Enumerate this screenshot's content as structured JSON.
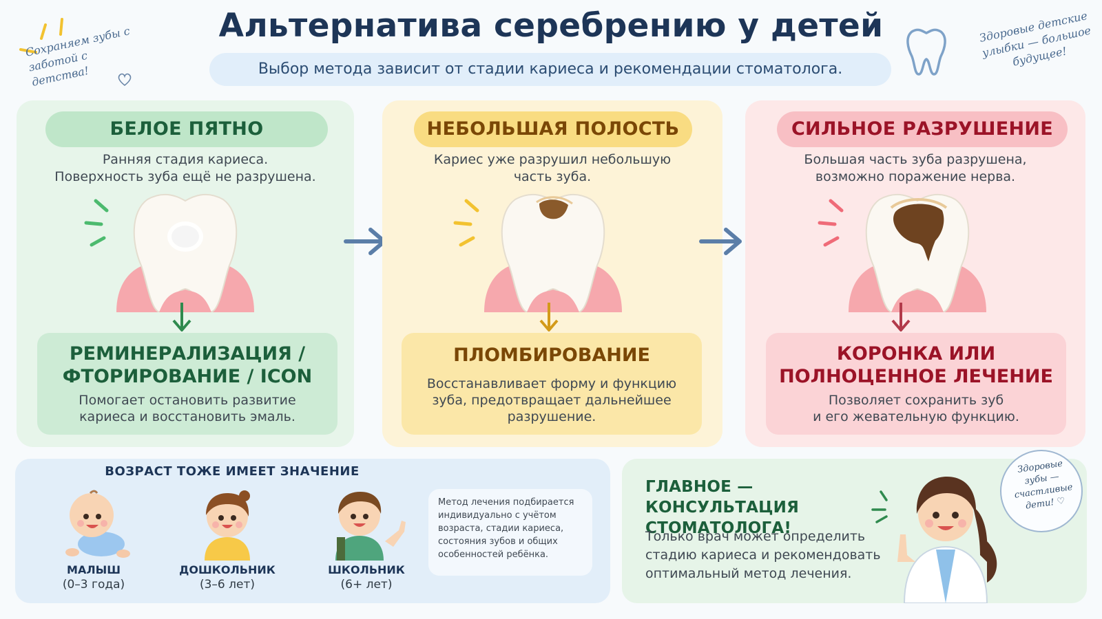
{
  "header": {
    "title": "Альтернатива серебрению у детей",
    "subtitle": "Выбор метода зависит от стадии кариеса и рекомендации стоматолога."
  },
  "notes": {
    "left": "Сохраняем зубы с заботой с детства!",
    "right": "Здоровые детские улыбки — большое будущее!"
  },
  "stages": [
    {
      "label": "БЕЛОЕ ПЯТНО",
      "desc_line1": "Ранняя стадия кариеса.",
      "desc_line2": "Поверхность зуба ещё не разрушена.",
      "result_title_line1": "РЕМИНЕРАЛИЗАЦИЯ /",
      "result_title_line2": "ФТОРИРОВАНИЕ / ICON",
      "result_desc_line1": "Помогает остановить развитие",
      "result_desc_line2": "кариеса и восстановить эмаль.",
      "color": "#1c5f3b"
    },
    {
      "label": "НЕБОЛЬШАЯ ПОЛОСТЬ",
      "desc_line1": "Кариес уже разрушил небольшую",
      "desc_line2": "часть зуба.",
      "result_title_line1": "ПЛОМБИРОВАНИЕ",
      "result_desc_line1": "Восстанавливает форму и функцию",
      "result_desc_line2": "зуба, предотвращает дальнейшее",
      "result_desc_line3": "разрушение.",
      "color": "#7a4706"
    },
    {
      "label": "СИЛЬНОЕ РАЗРУШЕНИЕ",
      "desc_line1": "Большая часть зуба разрушена,",
      "desc_line2": "возможно поражение нерва.",
      "result_title_line1": "КОРОНКА ИЛИ",
      "result_title_line2": "ПОЛНОЦЕННОЕ ЛЕЧЕНИЕ",
      "result_desc_line1": "Позволяет сохранить зуб",
      "result_desc_line2": "и его жевательную функцию.",
      "color": "#9b1327"
    }
  ],
  "age": {
    "title": "ВОЗРАСТ ТОЖЕ ИМЕЕТ ЗНАЧЕНИЕ",
    "kids": [
      {
        "name": "МАЛЫШ",
        "age": "(0–3 года)"
      },
      {
        "name": "ДОШКОЛЬНИК",
        "age": "(3–6 лет)"
      },
      {
        "name": "ШКОЛЬНИК",
        "age": "(6+ лет)"
      }
    ],
    "note": "Метод лечения подбирается индивидуально с учётом возраста, стадии кариеса, состояния зубов и общих особенностей ребёнка."
  },
  "consult": {
    "title_line1": "ГЛАВНОЕ — КОНСУЛЬТАЦИЯ",
    "title_line2": "СТОМАТОЛОГА!",
    "text": "Только врач может определить стадию кариеса и рекомендовать оптимальный метод лечения.",
    "bubble": "Здоровые зубы — счастливые дети! ♡"
  }
}
